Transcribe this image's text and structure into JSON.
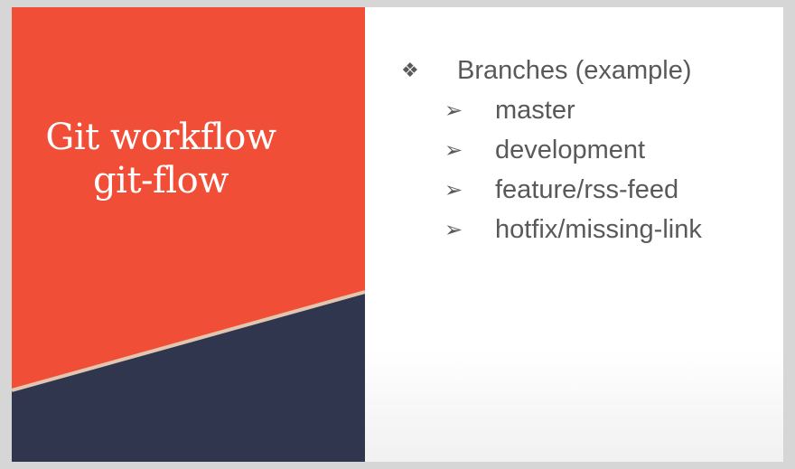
{
  "slide": {
    "title_line1": "Git workflow",
    "title_line2": "git-flow",
    "colors": {
      "accent_red": "#f04e37",
      "navy": "#30364d",
      "stripe": "#e2c6b0",
      "text_gray": "#595959"
    },
    "bullets": {
      "top": {
        "icon": "diamond-bullet-icon",
        "glyph": "❖",
        "text": "Branches (example)"
      },
      "items": [
        {
          "icon": "arrowhead-bullet-icon",
          "glyph": "➢",
          "text": "master"
        },
        {
          "icon": "arrowhead-bullet-icon",
          "glyph": "➢",
          "text": "development"
        },
        {
          "icon": "arrowhead-bullet-icon",
          "glyph": "➢",
          "text": "feature/rss-feed"
        },
        {
          "icon": "arrowhead-bullet-icon",
          "glyph": "➢",
          "text": "hotfix/missing-link"
        }
      ]
    }
  }
}
